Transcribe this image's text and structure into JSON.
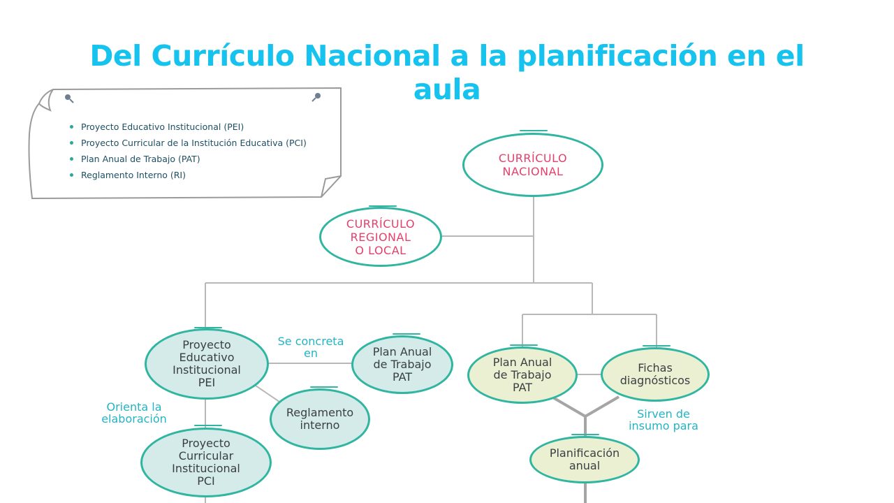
{
  "title": "Del Currículo Nacional a la planificación en el aula",
  "note": {
    "items": [
      "Proyecto Educativo Institucional (PEI)",
      "Proyecto Curricular de la Institución Educativa (PCI)",
      "Plan Anual de Trabajo (PAT)",
      "Reglamento Interno (RI)"
    ]
  },
  "nodes": {
    "curriculo_nacional": "CURRÍCULO\n NACIONAL",
    "curriculo_regional": "CURRÍCULO\nREGIONAL\nO LOCAL",
    "pei": "Proyecto\nEducativo\nInstitucional\nPEI",
    "pat_left": "Plan Anual\nde Trabajo\nPAT",
    "reglamento": "Reglamento\ninterno",
    "pci": "Proyecto\nCurricular\nInstitucional\nPCI",
    "pat_right": "Plan Anual\nde Trabajo\nPAT",
    "fichas": "Fichas\ndiagnósticos",
    "planificacion": "Planificación\nanual"
  },
  "labels": {
    "se_concreta": "Se concreta\nen",
    "orienta": "Orienta la\nelaboración",
    "sirven": "Sirven de\ninsumo para"
  },
  "colors": {
    "title": "#16c3ee",
    "node_border": "#2fb5a0",
    "red_text": "#e5406b",
    "blue_fill": "#d4ebea",
    "yellow_fill": "#ecf0d3",
    "label_text": "#23b4c4",
    "connector": "#b8b8b8"
  }
}
